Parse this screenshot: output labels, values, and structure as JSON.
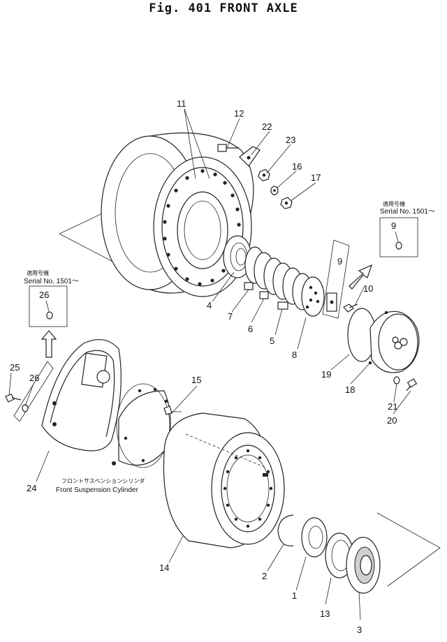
{
  "figure": {
    "title": "Fig. 401   FRONT AXLE"
  },
  "callouts": {
    "c1": "1",
    "c2": "2",
    "c3": "3",
    "c4": "4",
    "c5": "5",
    "c6": "6",
    "c7": "7",
    "c8": "8",
    "c9": "9",
    "c10": "10",
    "c11": "11",
    "c12": "12",
    "c13": "13",
    "c14": "14",
    "c15": "15",
    "c16": "16",
    "c17": "17",
    "c19": "19",
    "c18": "18",
    "c20": "20",
    "c21": "21",
    "c22": "22",
    "c23": "23",
    "c24": "24",
    "c25": "25",
    "c26": "26"
  },
  "serial_box_right": {
    "jp": "適用号機",
    "serial": "Serial No. 1501～",
    "part": "9"
  },
  "serial_box_left": {
    "jp": "適用号機",
    "serial": "Serial No. 1501～",
    "part": "26"
  },
  "cylinder_note": {
    "jp": "フロントサスペンションシリンダ",
    "en": "Front Suspension Cylinder"
  }
}
